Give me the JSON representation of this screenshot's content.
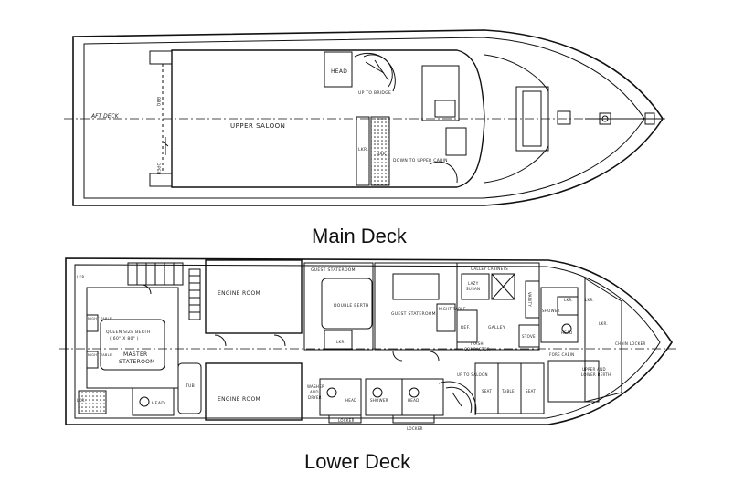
{
  "captions": {
    "main_deck": "Main Deck",
    "lower_deck": "Lower Deck"
  },
  "main_deck_labels": {
    "aft_deck": "AFT DECK",
    "upper_saloon": "UPPER SALOON",
    "head": "HEAD",
    "up_to_bridge": "UP TO BRIDGE",
    "down_to_upper_cabin": "DOWN TO UPPER CABIN",
    "lkr": "LKR.",
    "bar": "BAR",
    "bbq": "BBQ",
    "open": "OPEN"
  },
  "lower_deck_labels": {
    "engine_room_top": "ENGINE ROOM",
    "engine_room_bottom": "ENGINE ROOM",
    "guest_stateroom_1": "GUEST STATEROOM",
    "guest_stateroom_2": "GUEST STATEROOM",
    "double_berth": "DOUBLE BERTH",
    "queen_berth": "QUEEN SIZE BERTH",
    "berth_size": "( 60\" X 80\" )",
    "master_stateroom_1": "MASTER",
    "master_stateroom_2": "STATEROOM",
    "night_table_top": "NIGHT TABLE",
    "night_table_bottom": "NIGHT TABLE",
    "night_table_guest": "NIGHT TABLE",
    "tub": "TUB",
    "head_master": "HEAD",
    "head_1": "HEAD",
    "head_2": "HEAD",
    "head_fwd": "HEAD",
    "shower_1": "SHOWER",
    "shower_2": "SHOWER",
    "washer_dryer_1": "WASHER",
    "washer_dryer_2": "AND",
    "washer_dryer_3": "DRYER",
    "locker_1": "LOCKER",
    "locker_2": "LOCKER",
    "up_to_saloon": "UP TO SALOON",
    "galley_cabinets": "GALLEY CABINETS",
    "lazy_susan_1": "LAZY",
    "lazy_susan_2": "SUSAN",
    "galley": "GALLEY",
    "ref": "REF.",
    "stove": "STOVE",
    "trash_compactor_1": "TRASH",
    "trash_compactor_2": "COMPACTOR",
    "fore_cabin": "FORE CABIN",
    "upper_lower_berth_1": "UPPER AND",
    "upper_lower_berth_2": "LOWER BERTH",
    "chain_locker": "CHAIN LOCKER",
    "lkr_1": "LKR.",
    "lkr_2": "LKR.",
    "lkr_3": "LKR.",
    "lkr_4": "LKR.",
    "lkr_5": "LKR.",
    "lkr_6": "LKR.",
    "seat_1": "SEAT",
    "seat_2": "SEAT",
    "table": "TABLE",
    "vanity": "VANITY"
  }
}
